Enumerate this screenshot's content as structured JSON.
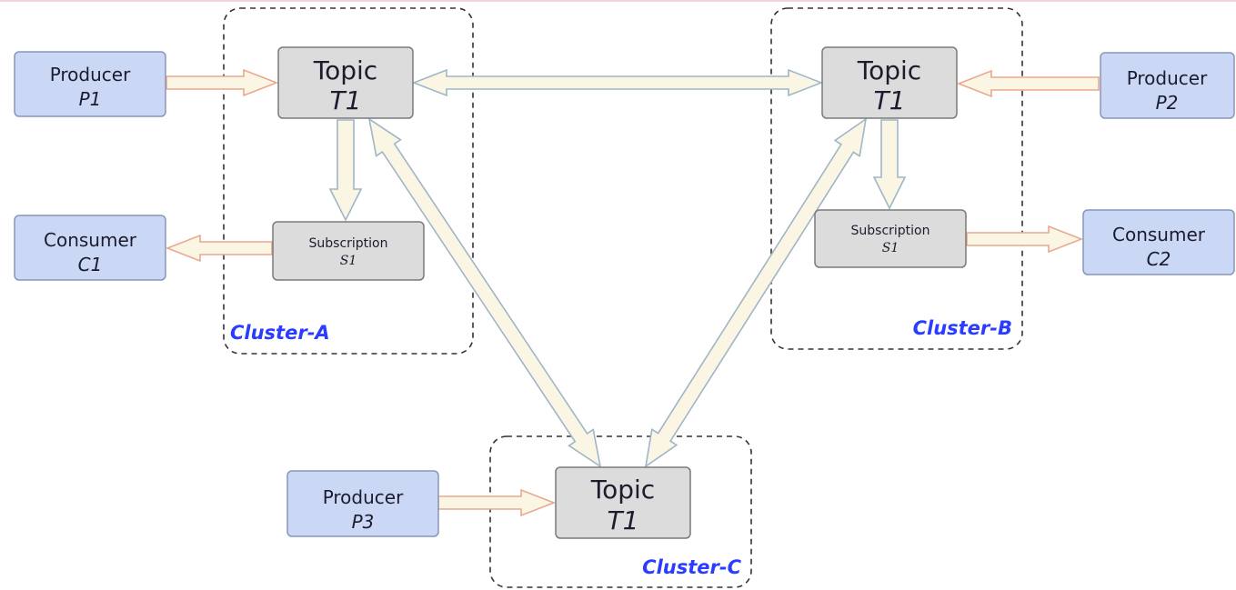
{
  "colors": {
    "cluster_label": "#2a3cff",
    "producer_fill": "#cad8f5",
    "producer_stroke": "#8796b8",
    "topic_fill": "#dcdcdc",
    "topic_stroke": "#7a7a7a",
    "producer_arrow_stroke": "#e8a98f",
    "replication_arrow_stroke": "#9fb6c8",
    "arrow_fill": "#fbf5e3"
  },
  "clusters": {
    "a": {
      "label": "Cluster-A"
    },
    "b": {
      "label": "Cluster-B"
    },
    "c": {
      "label": "Cluster-C"
    }
  },
  "nodes": {
    "producer_p1": {
      "line1": "Producer",
      "line2": "P1"
    },
    "producer_p2": {
      "line1": "Producer",
      "line2": "P2"
    },
    "producer_p3": {
      "line1": "Producer",
      "line2": "P3"
    },
    "consumer_c1": {
      "line1": "Consumer",
      "line2": "C1"
    },
    "consumer_c2": {
      "line1": "Consumer",
      "line2": "C2"
    },
    "topic_a": {
      "line1": "Topic",
      "line2": "T1"
    },
    "topic_b": {
      "line1": "Topic",
      "line2": "T1"
    },
    "topic_c": {
      "line1": "Topic",
      "line2": "T1"
    },
    "subscription_a": {
      "line1": "Subscription",
      "line2": "S1"
    },
    "subscription_b": {
      "line1": "Subscription",
      "line2": "S1"
    }
  }
}
